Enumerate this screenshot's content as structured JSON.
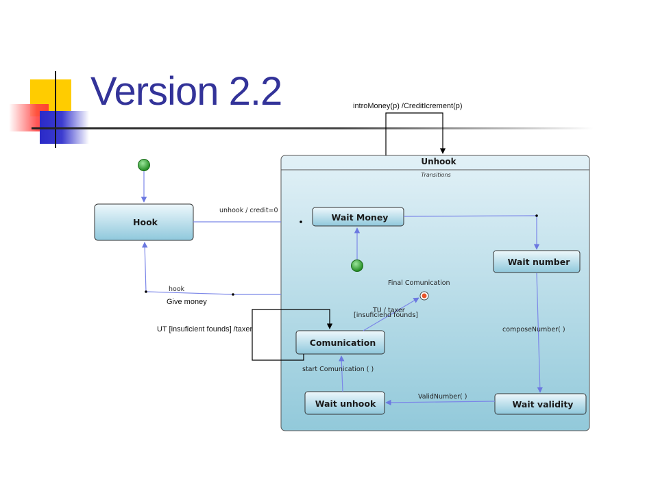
{
  "slide": {
    "title": "Version 2.2"
  },
  "colors": {
    "title": "#333399",
    "accent_yellow": "#ffcc00",
    "accent_red": "#ff3333",
    "accent_blue": "#3333cc",
    "transition": "#7b86e8"
  },
  "container": {
    "name": "Unhook",
    "subtitle": "Transitions"
  },
  "states": {
    "hook": "Hook",
    "wait_money": "Wait Money",
    "wait_number": "Wait number",
    "comunication": "Comunication",
    "wait_unhook": "Wait unhook",
    "wait_validity": "Wait validity"
  },
  "labels": {
    "intro_money": "introMoney(p) /CreditIcrement(p)",
    "unhook_credit": "unhook / credit=0",
    "hook": "hook",
    "give_money": "Give money",
    "ut_insufficient": "UT [insuficient  founds] /taxer",
    "final_comunication": "Final Comunication",
    "tu_taxer_line1": "TU / taxer",
    "tu_taxer_line2": "[insuficiend founds]",
    "compose_number": "composeNumber( )",
    "start_comunication": "start Comunication ( )",
    "valid_number": "ValidNumber( )"
  }
}
